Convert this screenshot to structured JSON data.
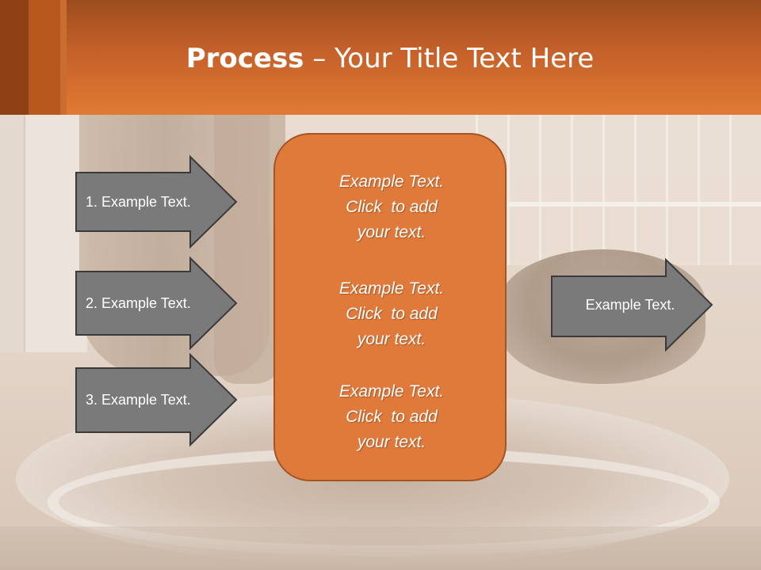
{
  "slide": {
    "title_bold": "Process",
    "title_rest": " – Your Title Text Here"
  },
  "steps": [
    {
      "label": "1. Example Text."
    },
    {
      "label": "2. Example Text."
    },
    {
      "label": "3. Example Text."
    }
  ],
  "center_box": {
    "blocks": [
      {
        "lines": [
          "Example Text.",
          "Click  to add",
          "your text."
        ]
      },
      {
        "lines": [
          "Example Text.",
          "Click  to add",
          "your text."
        ]
      },
      {
        "lines": [
          "Example Text.",
          "Click  to add",
          "your text."
        ]
      }
    ]
  },
  "output": {
    "label": "Example Text."
  },
  "colors": {
    "header_orange": "#e07a33",
    "header_dark": "#8e4114",
    "arrow_fill": "#7a7a7a",
    "arrow_stroke": "#3a3a3a",
    "box_fill": "#e07a3a",
    "box_stroke": "#a55424"
  }
}
